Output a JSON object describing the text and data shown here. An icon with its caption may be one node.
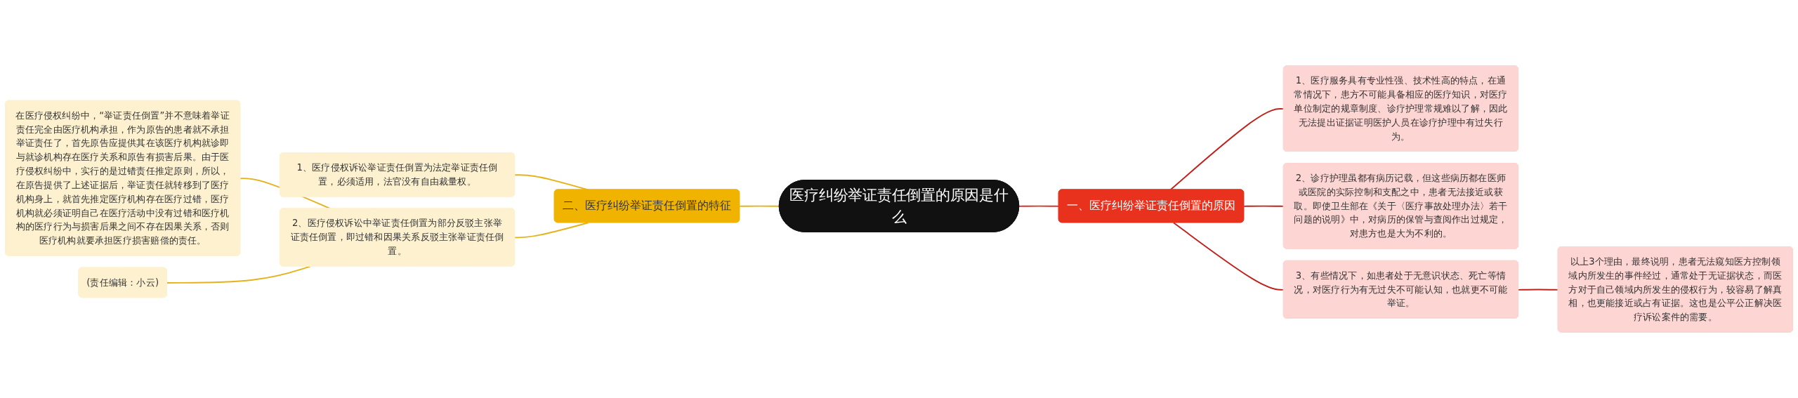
{
  "diagram": {
    "nodes": [
      {
        "text": [
          "医疗纠纷举证责任倒置的原因是什么"
        ]
      },
      {
        "text": [
          "一、医疗纠纷举证责任倒置的原因"
        ]
      },
      {
        "text": [
          "1、医疗服务具有专业性强、技术性高的特点，在通常情况下，患方不可能具备相应的医疗知识，对医疗单位制定的规章制度、诊疗护理常规难以了解，因此无法提出证据证明医护人员在诊疗护理中有过失行为。"
        ]
      },
      {
        "text": [
          "2、诊疗护理虽都有病历记载，但这些病历都在医师或医院的实际控制和支配之中，患者无法接近或获取。即使卫生部在《关于〈医疗事故处理办法〉若干问题的说明》中，对病历的保管与查阅作出过规定，对患方也是大为不利的。"
        ]
      },
      {
        "text": [
          "3、有些情况下，如患者处于无意识状态、死亡等情况，对医疗行为有无过失不可能认知，也就更不可能举证。"
        ]
      },
      {
        "text": [
          "以上3个理由，最终说明，患者无法窥知医方控制领域内所发生的事件经过，通常处于无证据状态，而医方对于自己领域内所发生的侵权行为，较容易了解真相，也更能接近或占有证据。这也是公平公正解决医疗诉讼案件的需要。"
        ]
      },
      {
        "text": [
          "二、医疗纠纷举证责任倒置的特征"
        ]
      },
      {
        "text": [
          "1、医疗侵权诉讼举证责任倒置为法定举证责任倒置，必须适用，法官没有自由裁量权。"
        ]
      },
      {
        "text": [
          "2、医疗侵权诉讼中举证责任倒置为部分反驳主张举证责任倒置，即过错和因果关系反驳主张举证责任倒置。"
        ]
      },
      {
        "text": [
          "在医疗侵权纠纷中，“举证责任倒置”并不意味着举证责任完全由医疗机构承担，作为原告的患者就不承担举证责任了，首先原告应提供其在该医疗机构就诊即与就诊机构存在医疗关系和原告有损害后果。由于医疗侵权纠纷中，实行的是过错责任推定原则，所以，在原告提供了上述证据后，举证责任就转移到了医疗机构身上，就首先推定医疗机构存在医疗过错，医疗机构就必须证明自己在医疗活动中没有过错和医疗机构的医疗行为与损害后果之间不存在因果关系，否则医疗机构就要承担医疗损害赔偿的责任。"
        ]
      },
      {
        "text": [
          "(责任编辑：小云)"
        ]
      }
    ],
    "edges": [
      {
        "from": 0,
        "to": 1,
        "arrow": "none",
        "color": "#d9342b"
      },
      {
        "from": 1,
        "to": 2,
        "arrow": "none",
        "color": "#c0211b"
      },
      {
        "from": 1,
        "to": 3,
        "arrow": "none",
        "color": "#c0211b"
      },
      {
        "from": 1,
        "to": 4,
        "arrow": "none",
        "color": "#c0211b"
      },
      {
        "from": 4,
        "to": 5,
        "arrow": "none",
        "color": "#c0211b"
      },
      {
        "from": 0,
        "to": 6,
        "arrow": "none",
        "color": "#e6b21a"
      },
      {
        "from": 6,
        "to": 7,
        "arrow": "none",
        "color": "#e6b21a"
      },
      {
        "from": 6,
        "to": 8,
        "arrow": "none",
        "color": "#e6b21a"
      },
      {
        "from": 8,
        "to": 9,
        "arrow": "none",
        "color": "#e6b21a"
      },
      {
        "from": 8,
        "to": 10,
        "arrow": "none",
        "color": "#e6b21a"
      }
    ]
  }
}
